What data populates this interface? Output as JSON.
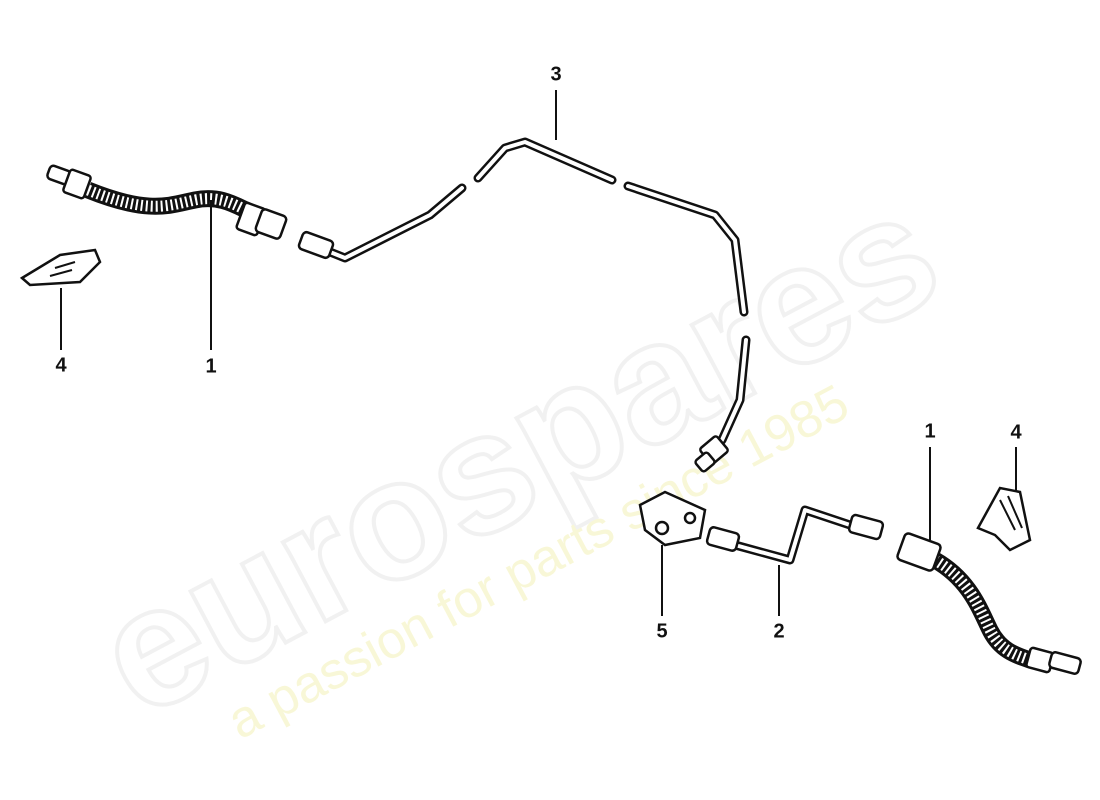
{
  "watermark": {
    "brand": "eurospares",
    "tagline": "a passion for parts since 1985"
  },
  "callouts": [
    {
      "id": "3"
    },
    {
      "id": "1"
    },
    {
      "id": "4"
    },
    {
      "id": "1"
    },
    {
      "id": "4"
    },
    {
      "id": "5"
    },
    {
      "id": "2"
    }
  ],
  "labels": {
    "c0": "3",
    "c1": "1",
    "c2": "4",
    "c3": "1",
    "c4": "4",
    "c5": "5",
    "c6": "2"
  }
}
